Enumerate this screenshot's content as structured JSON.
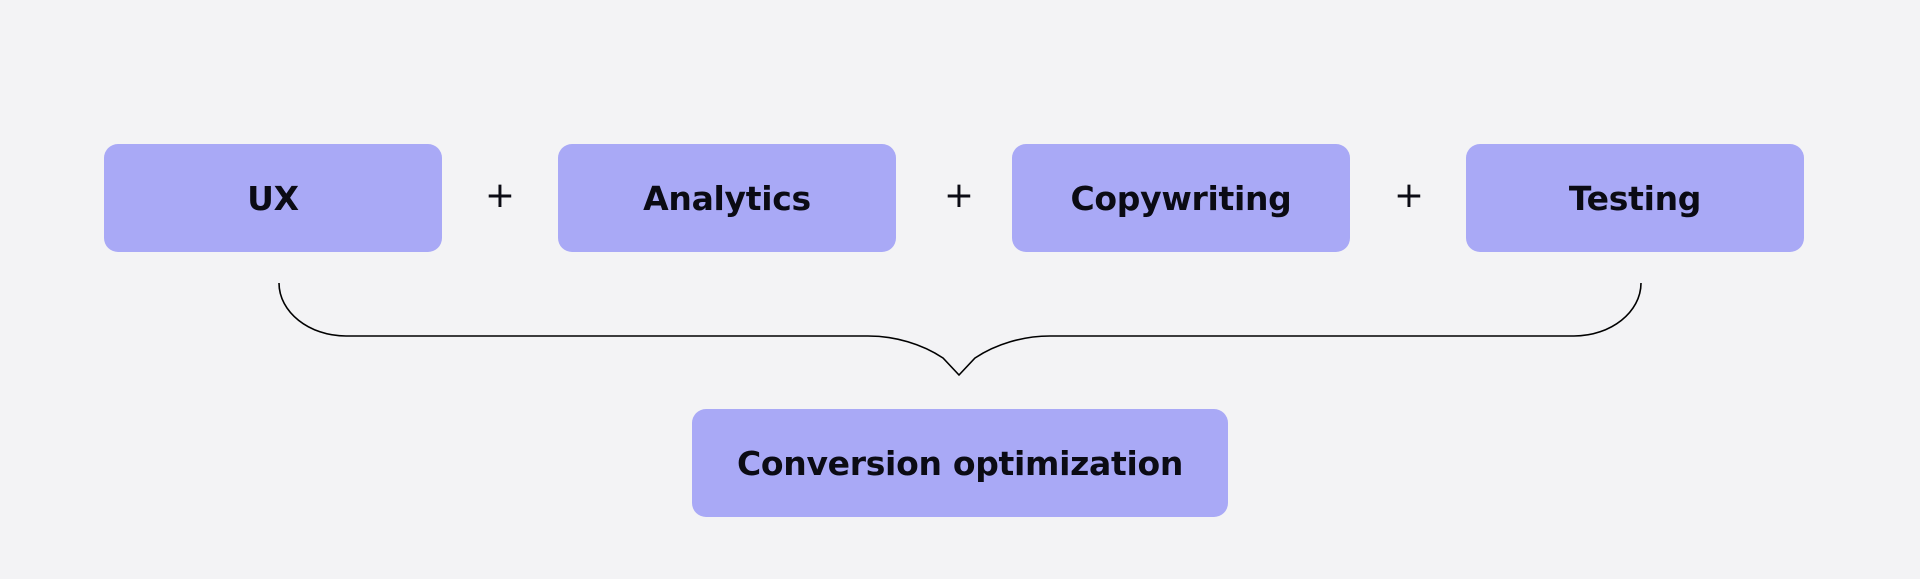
{
  "diagram": {
    "inputs": [
      {
        "label": "UX"
      },
      {
        "label": "Analytics"
      },
      {
        "label": "Copywriting"
      },
      {
        "label": "Testing"
      }
    ],
    "operator": "+",
    "result": {
      "label": "Conversion optimization"
    }
  },
  "colors": {
    "box_fill": "#a9a9f6",
    "background": "#f3f3f5",
    "text": "#0b0b14",
    "connector": "#000000"
  }
}
